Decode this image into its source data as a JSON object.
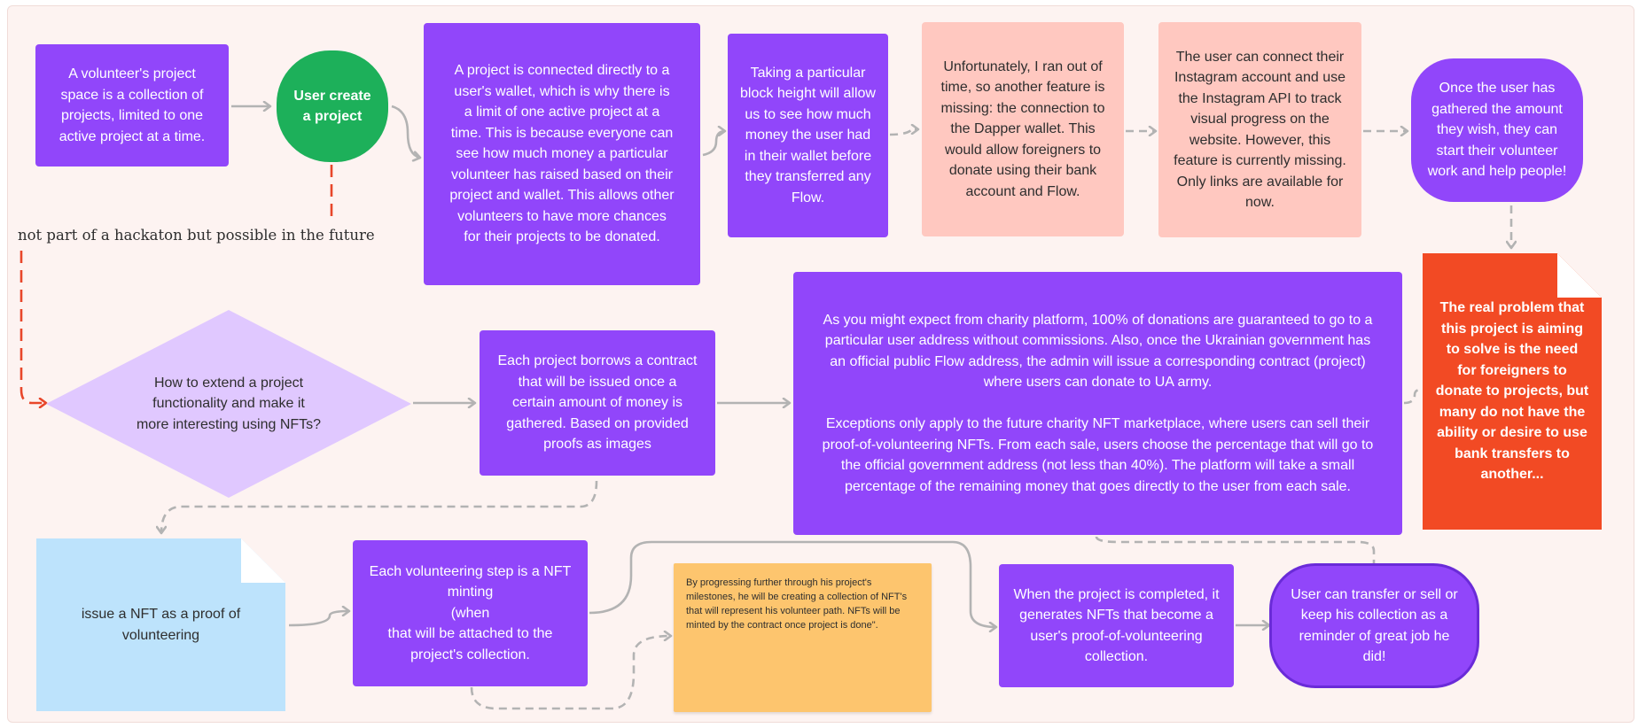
{
  "nodes": {
    "volunteer_space": "A volunteer's project space is a collection of projects, limited to one active project at a time.",
    "user_create": "User create a project",
    "wallet_connected": "A project is connected directly to a user's wallet, which is why there is a limit of one active project at a time. This is because everyone can see how much money a particular volunteer has raised based on their project and wallet. This allows other volunteers to have more chances for their projects to be donated.",
    "block_height": "Taking a particular block height will allow us to see how much money the user had in their wallet before they transferred any Flow.",
    "dapper_wallet": "Unfortunately, I ran out of time, so another feature is missing: the connection to the Dapper wallet. This would allow foreigners to donate using their bank account and Flow.",
    "instagram": "The user can connect their Instagram account and use the Instagram API to track visual progress on the website. However, this feature is currently missing. Only links are available for now.",
    "volunteer_work": "Once the user has gathered the amount they wish, they can start their volunteer work and help people!",
    "real_problem": "The real problem that this project is aiming to  solve is the need for foreigners to donate to projects, but many do not have the ability or desire to use bank transfers to another...",
    "future_note": "not part of a hackaton but possible in the future",
    "extend_question": "How to extend a project functionality and make it more interesting using NFTs?",
    "borrows_contract": "Each project borrows a contract that will be issued once a certain amount of money is gathered. Based on provided proofs as images",
    "donations": "As you might expect from charity platform, 100% of donations are guaranteed to go to a particular user address without commissions. Also, once the Ukrainian government has an official public Flow address, the admin will issue a corresponding contract (project) where users can donate to UA army.\n\nExceptions only apply to the future charity NFT marketplace, where users can sell their proof-of-volunteering NFTs. From each sale, users choose the percentage that will go to the official government address (not less than 40%). The platform will take a small percentage of the remaining money that goes directly to the user from each sale.",
    "issue_nft": "issue a NFT as a proof of volunteering",
    "nft_minting": "Each volunteering step is a NFT minting\n(when\nthat will be attached to the project's collection.",
    "sticky_note": "By progressing further through his project's milestones, he will be creating a collection of NFT's that will represent his volunteer path. NFTs will be minted by the contract once project is done\".",
    "project_completed": "When the project is completed, it generates NFTs that become a user's proof-of-volunteering collection.",
    "transfer_sell": "User can transfer or sell or keep his collection as a reminder of great job he did!"
  },
  "colors": {
    "purple": "#9146fa",
    "green": "#1db05a",
    "pink": "#ffc8c0",
    "red": "#f24a24",
    "lavender": "#e0c8ff",
    "light_blue": "#bde3fc",
    "yellow": "#fdc56e",
    "connector_gray": "#b3b3b3",
    "connector_red": "#e8462a"
  }
}
